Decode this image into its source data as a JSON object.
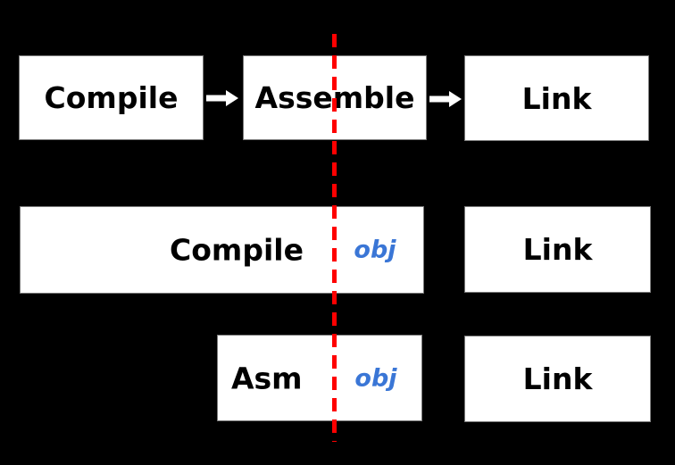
{
  "colors": {
    "background": "#000000",
    "box_fill": "#ffffff",
    "box_border": "#7a7a7a",
    "label_text": "#000000",
    "obj_text": "#3a76d6",
    "divider_red": "#ff0000",
    "arrow_fill": "#ffffff"
  },
  "top_row": {
    "compile_label": "Compile",
    "assemble_label": "Assemble",
    "link_label": "Link"
  },
  "middle_row": {
    "compile_label": "Compile",
    "obj_label": "obj",
    "link_label": "Link"
  },
  "bottom_row": {
    "asm_label": "Asm",
    "obj_label": "obj",
    "link_label": "Link"
  }
}
